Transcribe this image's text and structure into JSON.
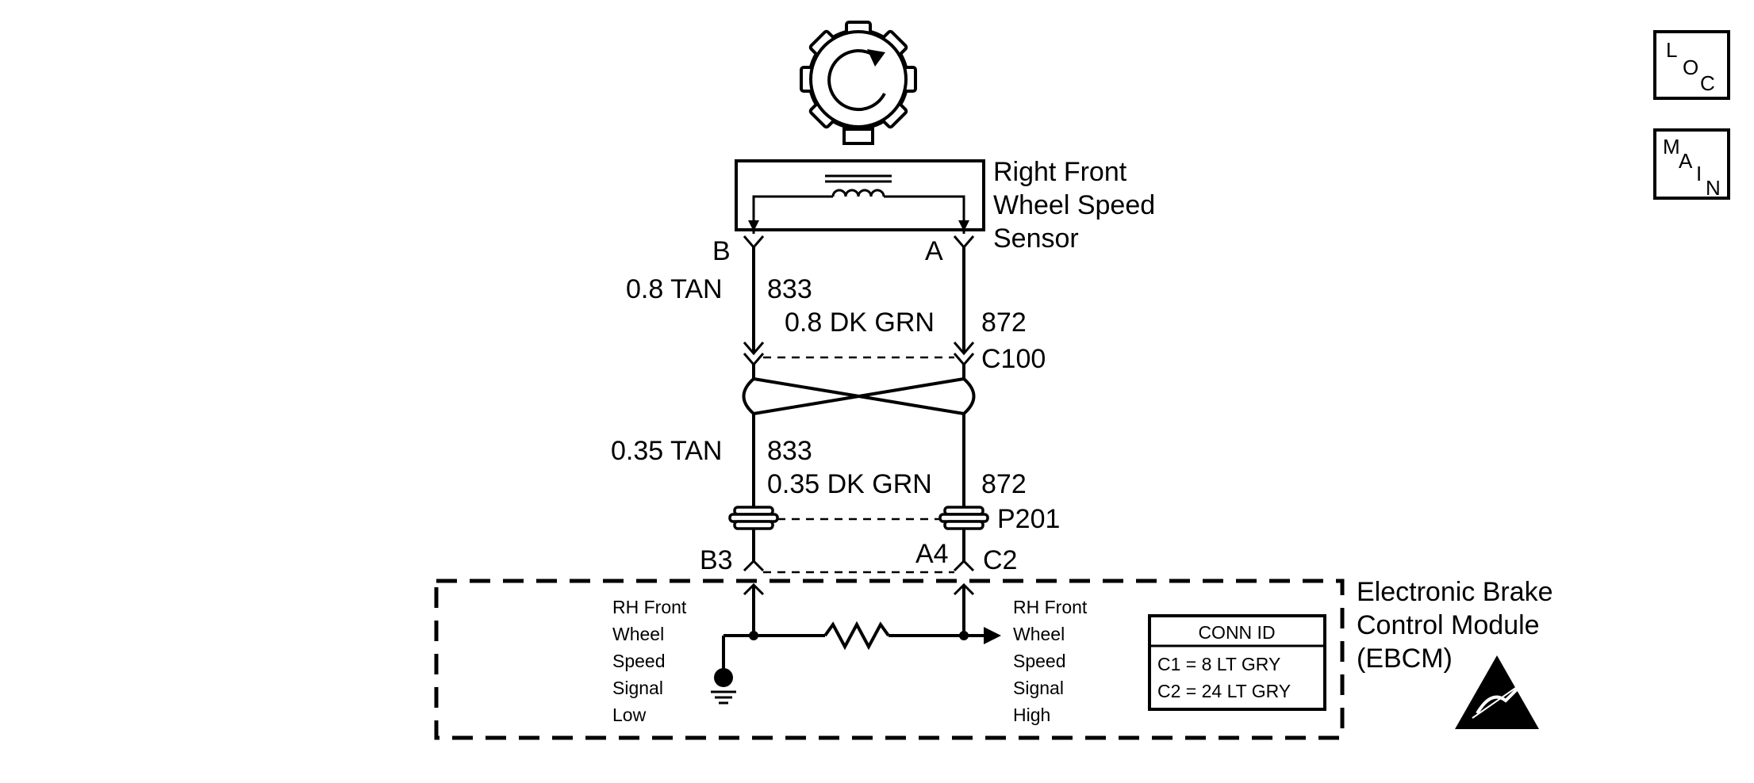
{
  "sensor": {
    "name_line1": "Right Front",
    "name_line2": "Wheel Speed",
    "name_line3": "Sensor",
    "pin_b": "B",
    "pin_a": "A"
  },
  "wires_upper": {
    "left_gauge": "0.8 TAN",
    "left_circuit": "833",
    "right_gauge": "0.8 DK GRN",
    "right_circuit": "872"
  },
  "connector_c100": "C100",
  "wires_lower": {
    "left_gauge": "0.35 TAN",
    "left_circuit": "833",
    "right_gauge": "0.35 DK GRN",
    "right_circuit": "872"
  },
  "connector_p201": "P201",
  "module_pins": {
    "left": "B3",
    "right": "A4",
    "connector": "C2"
  },
  "module": {
    "name_line1": "Electronic Brake",
    "name_line2": "Control Module",
    "name_line3": "(EBCM)",
    "low_signal": [
      "RH Front",
      "Wheel",
      "Speed",
      "Signal",
      "Low"
    ],
    "high_signal": [
      "RH Front",
      "Wheel",
      "Speed",
      "Signal",
      "High"
    ]
  },
  "conn_id": {
    "title": "CONN ID",
    "c1": "C1 = 8 LT GRY",
    "c2": "C2 = 24 LT GRY"
  },
  "nav": {
    "loc": {
      "l1": "L",
      "l2": "O",
      "l3": "C"
    },
    "main": {
      "l1": "M",
      "l2": "A",
      "l3": "I",
      "l4": "N"
    }
  }
}
